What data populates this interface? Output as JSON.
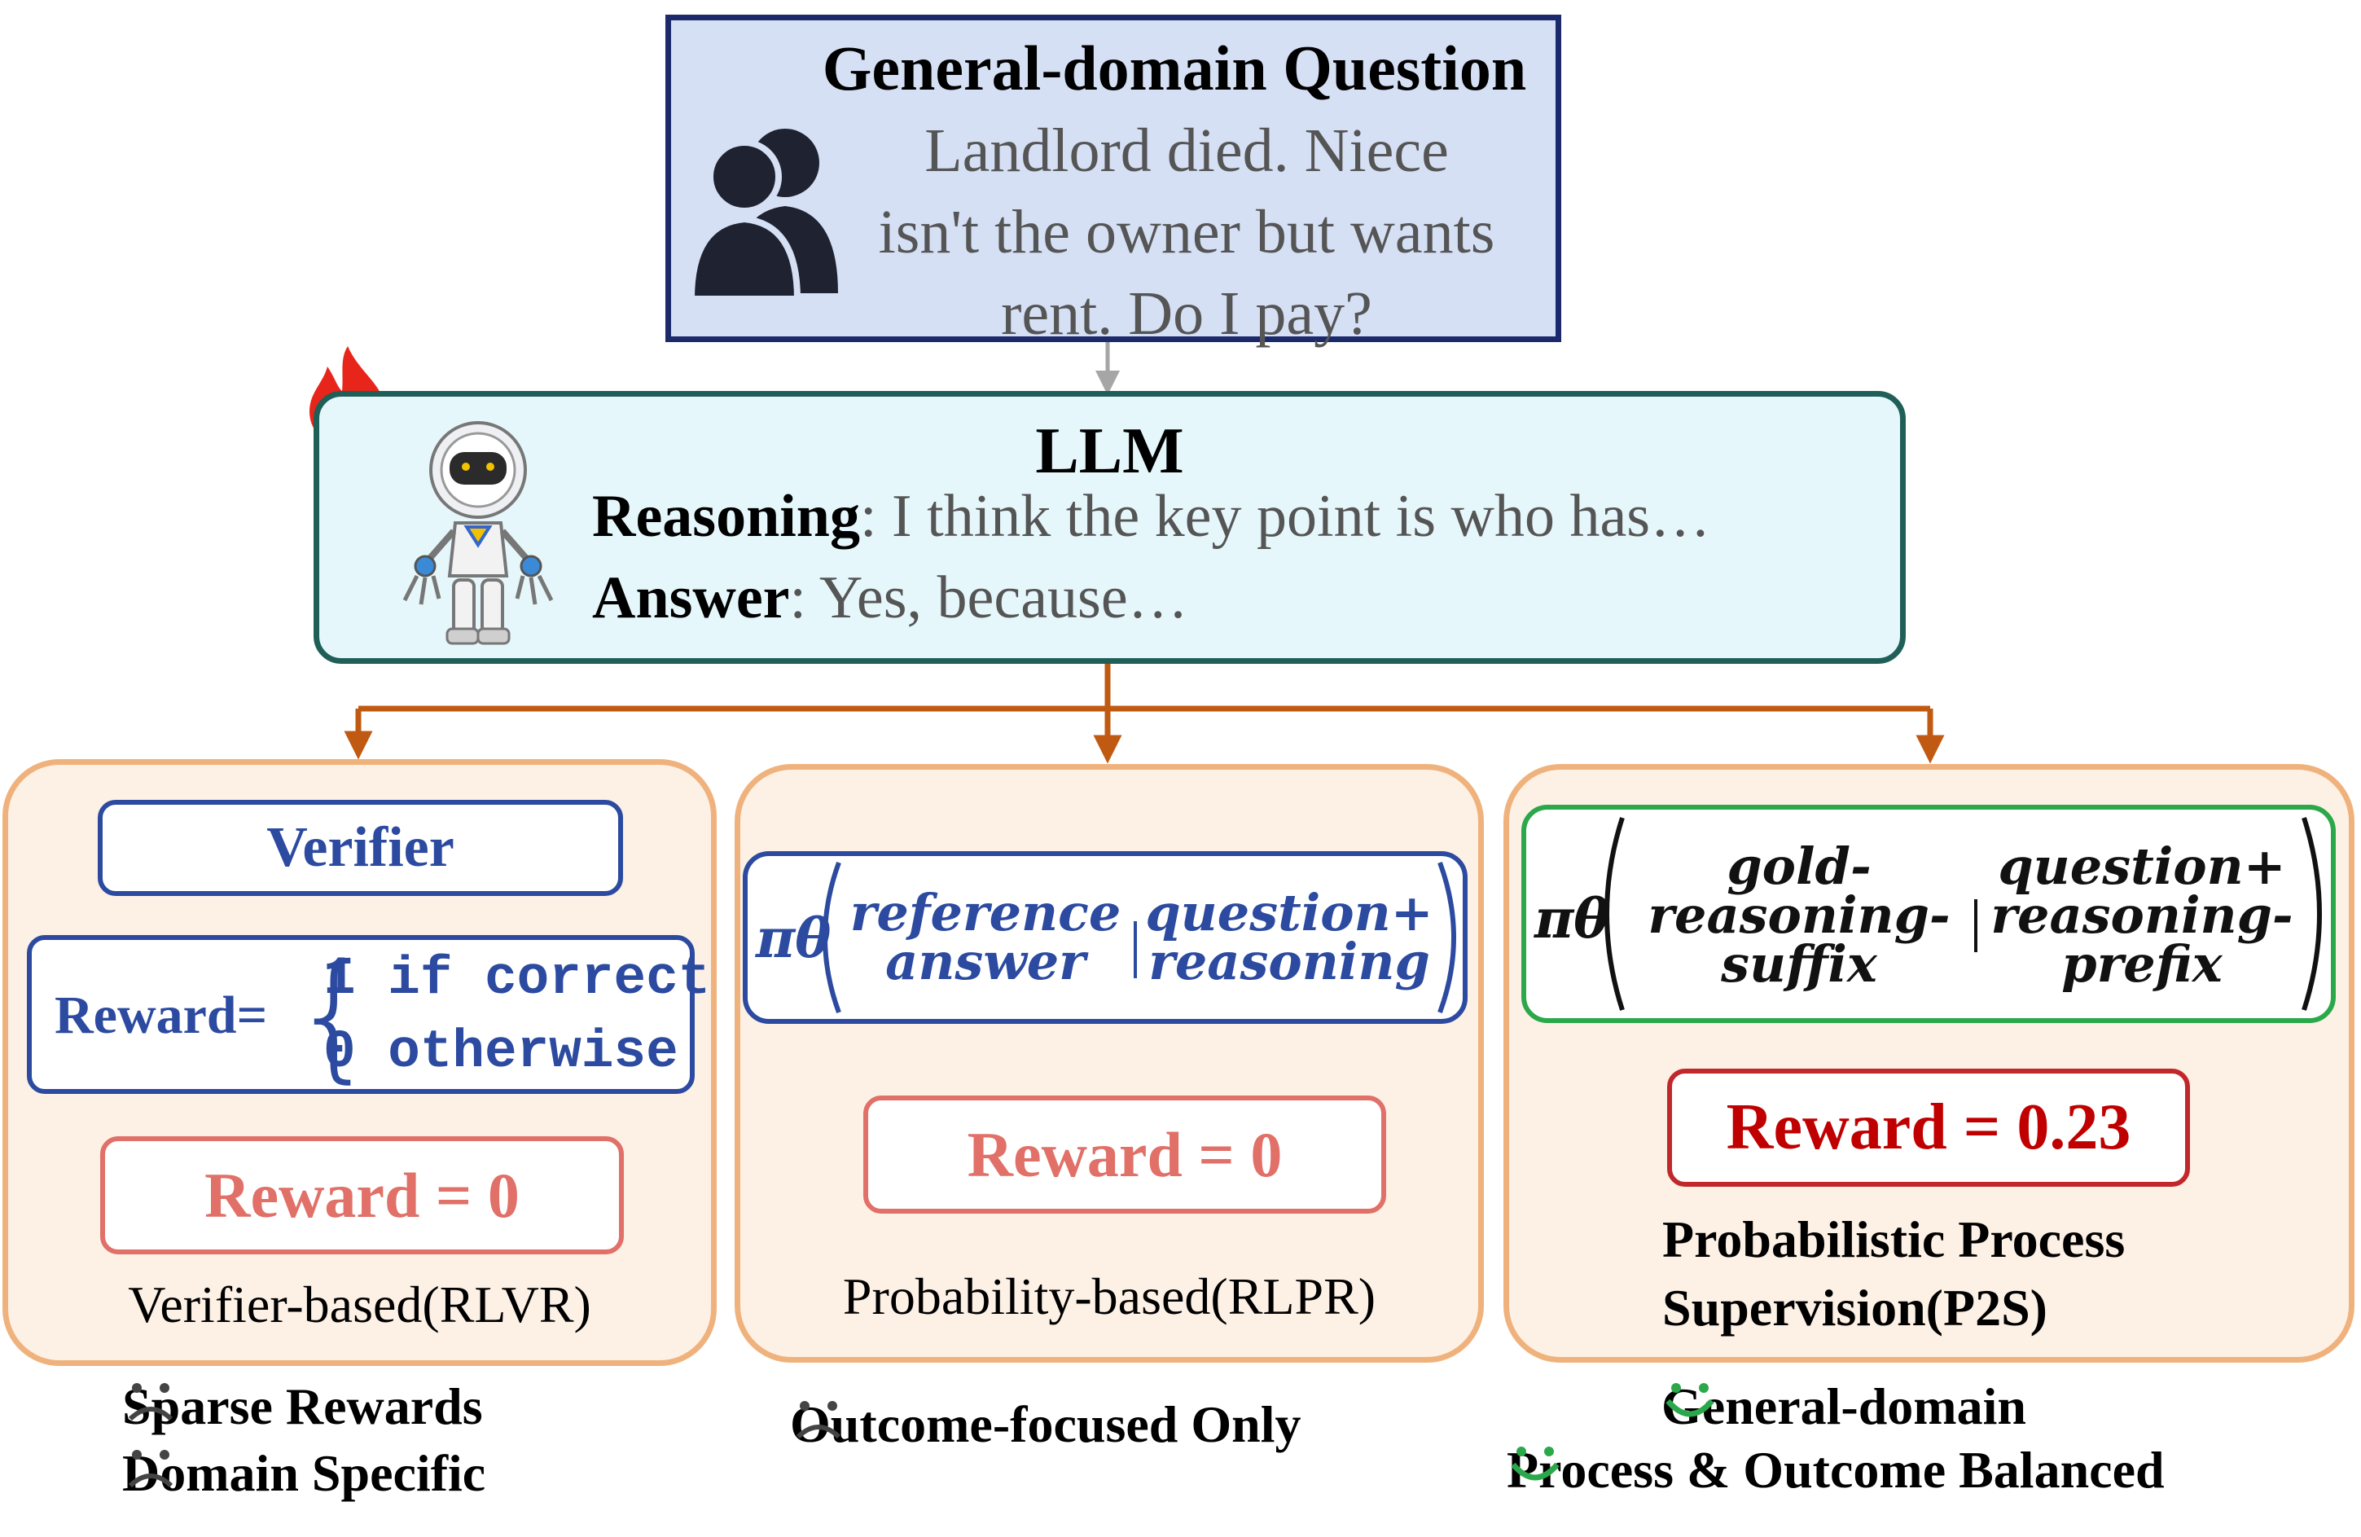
{
  "question": {
    "title": "General-domain Question",
    "lines": [
      "Landlord died. Niece",
      "isn't the owner but wants",
      "rent. Do I pay?"
    ]
  },
  "llm": {
    "title": "LLM",
    "reasoning_label": "Reasoning",
    "reasoning_text": ": I think the key point is who has…",
    "answer_label": "Answer",
    "answer_text": ": Yes, because…"
  },
  "rlvr": {
    "verifier_label": "Verifier",
    "reward_fn_label": "Reward=",
    "case1": "1 if correct",
    "case2": "0 otherwise",
    "reward_value": "Reward = 0",
    "caption": "Verifier-based(RLVR)",
    "notes": [
      "Sparse Rewards",
      "Domain Specific"
    ]
  },
  "rlpr": {
    "pi": "πθ",
    "num_lines": [
      "reference",
      "answer"
    ],
    "sep": "|",
    "cond_lines": [
      "question+",
      "reasoning"
    ],
    "reward_value": "Reward = 0",
    "caption": "Probability-based(RLPR)",
    "notes": [
      "Outcome-focused Only"
    ]
  },
  "p2s": {
    "pi": "πθ",
    "num_lines": [
      "gold-",
      "reasoning-",
      "suffix"
    ],
    "sep": "|",
    "cond_lines": [
      "question+",
      "reasoning-",
      "prefix"
    ],
    "reward_value": "Reward = 0.23",
    "caption_lines": [
      "Probabilistic Process",
      "Supervision(P2S)"
    ],
    "notes": [
      "General-domain",
      "Process & Outcome Balanced"
    ]
  },
  "colors": {
    "navy": "#1c2a6b",
    "blue": "#2b4aa0",
    "teal": "#1f5f58",
    "orange_arrow": "#c05a12",
    "panel_fill": "#fdf1e6",
    "panel_border": "#f0b27c",
    "salmon": "#e07068",
    "dark_red": "#c00000",
    "green": "#2aa84a",
    "fire": "#e8251a"
  },
  "icons": [
    "users-icon",
    "fire-icon",
    "robot-icon",
    "sad-face-icon",
    "smile-face-icon"
  ]
}
